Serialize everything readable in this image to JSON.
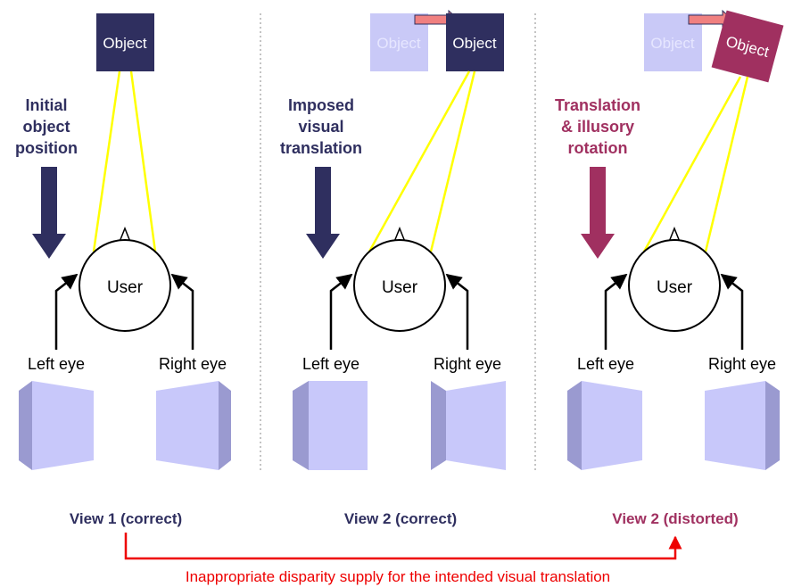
{
  "colors": {
    "navy": "#2f2f5f",
    "maroon": "#a03060",
    "ghost": "#c9c9f7",
    "ghost_text": "#e6e6ff",
    "sight_line": "#ffff00",
    "screen_light": "#c8c8fa",
    "screen_dark": "#9a9ad0",
    "separator": "#888888",
    "arrow_pink": "#f08080",
    "footer_red": "#ee0000"
  },
  "panels": [
    {
      "note_lines": [
        "Initial",
        "object",
        "position"
      ],
      "ghost_label": "",
      "object_label": "Object",
      "user_label": "User",
      "left_eye_label": "Left eye",
      "right_eye_label": "Right eye",
      "caption": "View 1 (correct)"
    },
    {
      "note_lines": [
        "Imposed",
        "visual",
        "translation"
      ],
      "ghost_label": "Object",
      "object_label": "Object",
      "user_label": "User",
      "left_eye_label": "Left eye",
      "right_eye_label": "Right eye",
      "caption": "View 2 (correct)"
    },
    {
      "note_lines": [
        "Translation",
        "& illusory",
        "rotation"
      ],
      "ghost_label": "Object",
      "object_label": "Object",
      "user_label": "User",
      "left_eye_label": "Left eye",
      "right_eye_label": "Right eye",
      "caption": "View 2 (distorted)"
    }
  ],
  "footer": {
    "text": "Inappropriate disparity supply for the intended visual translation"
  }
}
